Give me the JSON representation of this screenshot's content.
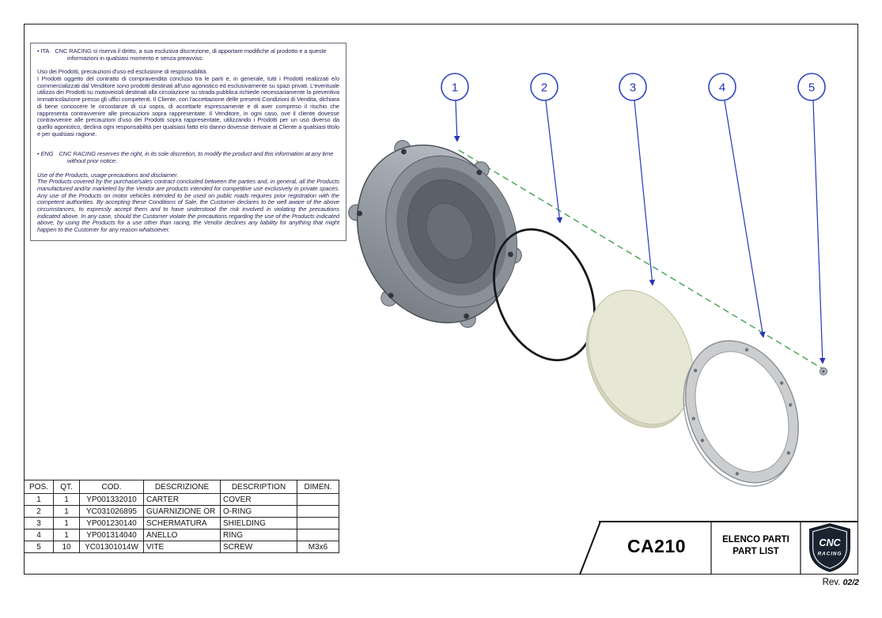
{
  "disclaimer": {
    "ita": {
      "tag": "• ITA",
      "notice": "CNC RACING si riserva il diritto, a sua esclusiva discrezione, di apportare modifiche al prodotto e a queste informazioni in qualsiasi momento e senza preavviso.",
      "heading": "Uso dei Prodotti, precauzioni d'uso ed esclusione di responsabilità.",
      "body": "I Prodotti oggetto del contratto di compravendita concluso tra le parti e, in generale, tutti i Prodotti realizzati e/o commercializzati dal Venditore sono prodotti destinati all'uso agonistico ed esclusivamente su spazi privati. L'eventuale utilizzo dei Prodotti su motoveicoli destinati alla circolazione su strada pubblica richiede necessariamente la preventiva immatricolazione presso gli uffici competenti. Il Cliente, con l'accettazione delle presenti Condizioni di Vendita, dichiara di bene conoscere le circostanze di cui sopra, di accettarle espressamente e di aver compreso il rischio che rappresenta contravvenire alle precauzioni sopra rappresentate. Il Venditore, in ogni caso, ove il cliente dovesse contravvenire alle precauzioni d'uso dei Prodotti sopra rappresentate, utilizzando i Prodotti per un uso diverso da quello agonistico, declina ogni responsabilità per qualsiasi fatto e/o danno dovesse derivare al Cliente a qualsiasi titolo e per qualsiasi ragione."
    },
    "eng": {
      "tag": "• ENG",
      "notice": "CNC RACING reserves the right, in its sole discretion, to modify the product and this information at any time without prior notice.",
      "heading": "Use of the Products, usage precautions and disclaimer.",
      "body": "The Products covered by the purchase/sales contract concluded between the parties and, in general, all the Products manufactured and/or marketed by the Vendor are products intended for competitive use exclusively in private spaces. Any use of the Products on motor vehicles intended to be used on public roads requires prior registration with the competent authorities. By accepting these Conditions of Sale, the Customer declares to be well aware of the above circumstances, to expressly accept them and to have understood the risk involved in violating the precautions indicated above. In any case, should the Customer violate the precautions regarding the use of the Products indicated above, by using the Products for a use other than racing, the Vendor declines any liability for anything that might happen to the Customer for any reason whatsoever."
    }
  },
  "diagram": {
    "callouts": [
      "1",
      "2",
      "3",
      "4",
      "5"
    ],
    "callout_color": "#2636b8",
    "axis_color": "#43a04f"
  },
  "table": {
    "headers": [
      "POS.",
      "QT.",
      "COD.",
      "DESCRIZIONE",
      "DESCRIPTION",
      "DIMEN."
    ],
    "rows": [
      [
        "1",
        "1",
        "YP001332010",
        "CARTER",
        "COVER",
        ""
      ],
      [
        "2",
        "1",
        "YC031026895",
        "GUARNIZIONE OR",
        "O-RING",
        ""
      ],
      [
        "3",
        "1",
        "YP001230140",
        "SCHERMATURA",
        "SHIELDING",
        ""
      ],
      [
        "4",
        "1",
        "YP001314040",
        "ANELLO",
        "RING",
        ""
      ],
      [
        "5",
        "10",
        "YC01301014W",
        "VITE",
        "SCREW",
        "M3x6"
      ]
    ]
  },
  "title_block": {
    "code": "CA210",
    "list_label_it": "ELENCO PARTI",
    "list_label_en": "PART LIST",
    "logo_line1": "CNC",
    "logo_line2": "RACING"
  },
  "revision": {
    "label": "Rev.",
    "value": "02/2"
  }
}
